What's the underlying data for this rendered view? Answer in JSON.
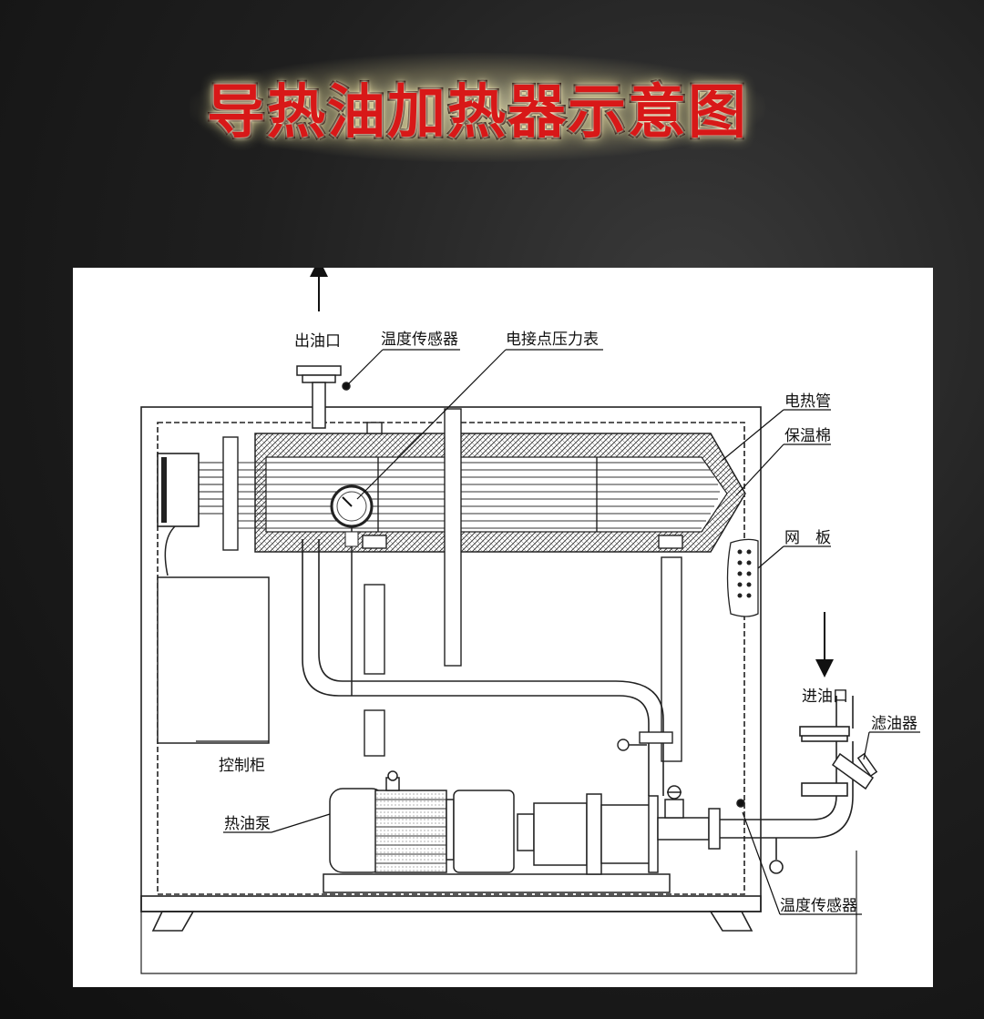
{
  "title": "导热油加热器示意图",
  "labels": {
    "outlet": "出油口",
    "temp_sensor_top": "温度传感器",
    "pressure_gauge": "电接点压力表",
    "heating_tube": "电热管",
    "insulation": "保温棉",
    "mesh_plate": "网　板",
    "inlet": "进油口",
    "oil_filter": "滤油器",
    "control_cabinet": "控制柜",
    "oil_pump": "热油泵",
    "temp_sensor_bottom": "温度传感器"
  },
  "colors": {
    "title_red": "#d81818",
    "line": "#222222",
    "paper": "#ffffff"
  }
}
